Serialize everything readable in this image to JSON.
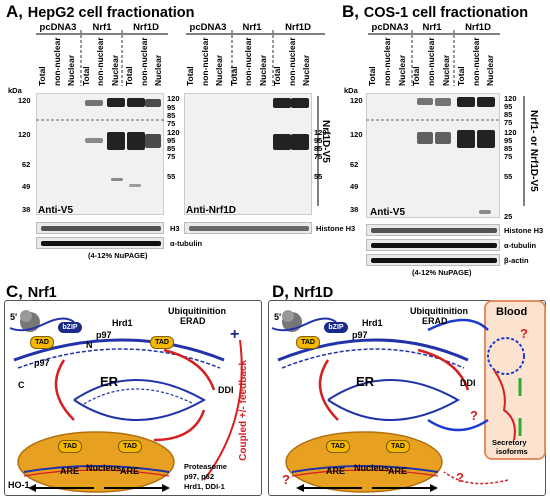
{
  "panelA": {
    "letter": "A,",
    "title": "HepG2 cell fractionation",
    "groups_left": [
      "pcDNA3",
      "Nrf1",
      "Nrf1D"
    ],
    "groups_right": [
      "pcDNA3",
      "Nrf1",
      "Nrf1D"
    ],
    "lanes": [
      "Total",
      "non-nuclear",
      "Nuclear"
    ],
    "kda": "kDa",
    "markers_left_top": [
      "120"
    ],
    "markers_left_bottom": [
      "120",
      "62",
      "49",
      "38"
    ],
    "markers_mid_top": [
      "120",
      "95",
      "85",
      "75"
    ],
    "markers_mid_bottom": [
      "120",
      "95",
      "85",
      "75",
      "55"
    ],
    "side_label": "Nrf1D-V5",
    "antibody_left": "Anti-V5",
    "antibody_right": "Anti-Nrf1D",
    "h3": "H3",
    "histone_h3": "Histone H3",
    "alpha_tubulin": "α-tubulin",
    "gel": "(4-12% NuPAGE)"
  },
  "panelB": {
    "letter": "B,",
    "title": "COS-1 cell fractionation",
    "groups": [
      "pcDNA3",
      "Nrf1",
      "Nrf1D"
    ],
    "lanes": [
      "Total",
      "non-nuclear",
      "Nuclear"
    ],
    "kda": "kDa",
    "markers_left": [
      "120",
      "120",
      "62",
      "49",
      "38"
    ],
    "markers_right": [
      "120",
      "95",
      "85",
      "75",
      "120",
      "95",
      "85",
      "75",
      "55",
      "25"
    ],
    "side_label": "Nrf1- or Nrf1D-V5",
    "antibody": "Anti-V5",
    "histone_h3": "Histone H3",
    "alpha_tubulin": "α-tubulin",
    "beta_actin": "β-actin",
    "gel": "(4-12% NuPAGE)"
  },
  "panelC": {
    "letter": "C,",
    "title": "Nrf1",
    "five_prime": "5'",
    "er": "ER",
    "nucleus": "Nucleus",
    "hrd1": "Hrd1",
    "p97": "p97",
    "ddi": "DDI",
    "tad": "TAD",
    "bzip": "bZIP",
    "are": "ARE",
    "n": "N",
    "c": "C",
    "ubiquitin_line1": "Ubiquitinition",
    "ubiquitin_line2": "ERAD",
    "feedback": "Coupled +/- feedback",
    "plus": "+",
    "ho1": "HO-1",
    "proteasome_line1": "Proteasome",
    "proteasome_line2": "p97, p62",
    "proteasome_line3": "Hrd1, DDI-1"
  },
  "panelD": {
    "letter": "D,",
    "title": "Nrf1D",
    "five_prime": "5'",
    "er": "ER",
    "nucleus": "Nucleus",
    "hrd1": "Hrd1",
    "p97": "p97",
    "ddi": "DDI",
    "tad": "TAD",
    "bzip": "bZIP",
    "are": "ARE",
    "ubiquitin_line1": "Ubiquitinition",
    "ubiquitin_line2": "ERAD",
    "blood": "Blood",
    "secretory_line1": "Secretory",
    "secretory_line2": "isoforms",
    "question": "?"
  },
  "colors": {
    "nucleus": "#e8a020",
    "blood_bg": "#fbe3cf",
    "blood_border": "#e09060",
    "er_blue": "#2233aa",
    "red": "#d42020",
    "tad_fill": "#f5b800",
    "bzip_fill": "#1a2a8a",
    "green": "#2faa2f"
  }
}
